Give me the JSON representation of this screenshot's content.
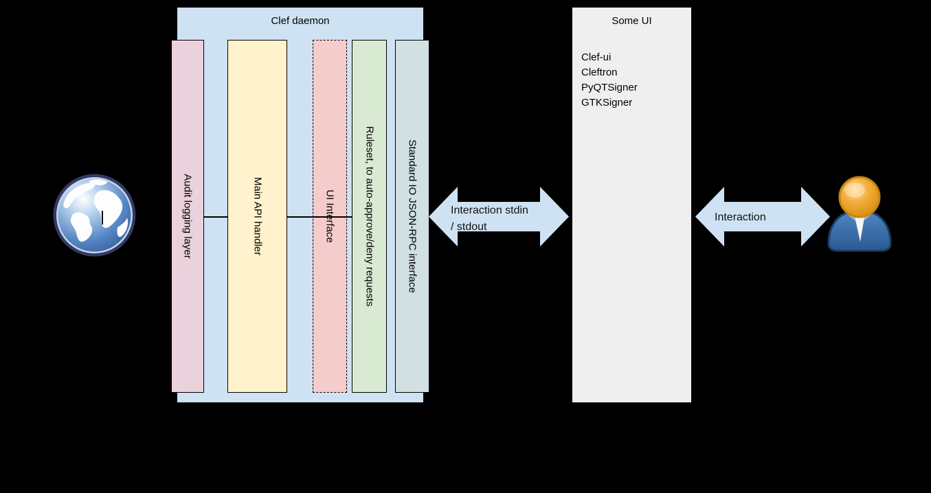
{
  "canvas": {
    "background": "#000000"
  },
  "clef_daemon": {
    "title": "Clef daemon",
    "fill": "#cfe2f3",
    "columns": [
      {
        "label": "Audit logging layer",
        "fill": "#ead1dc",
        "border_style": "solid"
      },
      {
        "label": "Main API handler",
        "fill": "#fff2cc",
        "border_style": "solid"
      },
      {
        "label": "UI Interface",
        "fill": "#f4cccc",
        "border_style": "dashed"
      },
      {
        "label": "Ruleset, to auto-approve/deny requests",
        "fill": "#d9ead3",
        "border_style": "solid"
      },
      {
        "label": "Standard IO JSON-RPC interface",
        "fill": "#d0e0e3",
        "border_style": "solid"
      }
    ]
  },
  "left_arrow": {
    "label_line1": "Interaction stdin",
    "label_line2": "/ stdout",
    "fill": "#cfe2f3"
  },
  "right_arrow": {
    "label": "Interaction",
    "fill": "#cfe2f3"
  },
  "some_ui": {
    "title": "Some UI",
    "fill": "#efefef",
    "items": [
      "Clef-ui",
      "Cleftron",
      "PyQTSigner",
      "GTKSigner"
    ]
  },
  "icons": {
    "globe": "globe-icon",
    "user": "user-icon"
  }
}
